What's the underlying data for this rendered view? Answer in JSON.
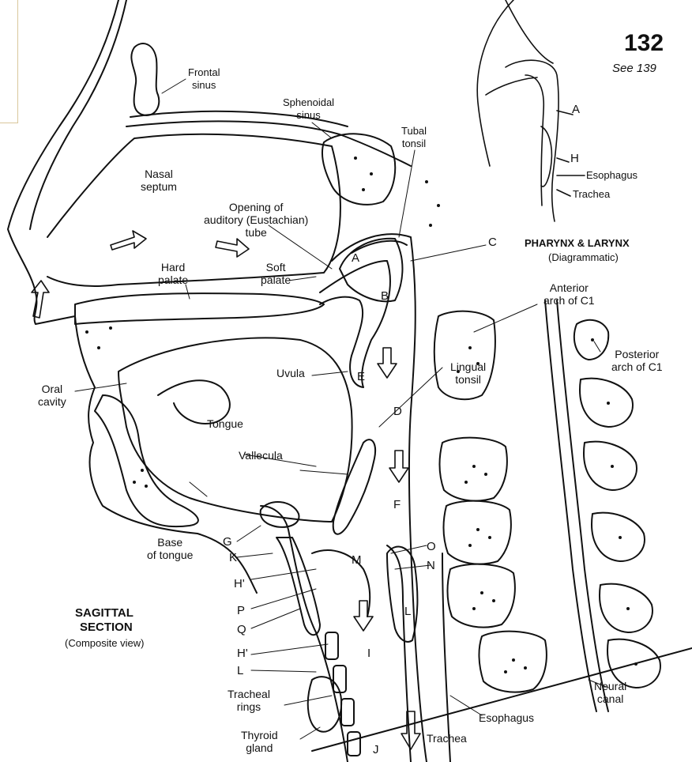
{
  "plate": {
    "number": "132",
    "reference": "See 139"
  },
  "inset": {
    "title": "PHARYNX & LARYNX",
    "subtitle": "(Diagrammatic)",
    "labels": {
      "a": "A",
      "h": "H",
      "esophagus": "Esophagus",
      "trachea": "Trachea"
    }
  },
  "main_title": {
    "line1": "SAGITTAL",
    "line2": "SECTION",
    "line3": "(Composite view)"
  },
  "labels": {
    "frontal_sinus": "Frontal\nsinus",
    "sphenoidal_sinus": "Sphenoidal\nsinus",
    "tubal_tonsil": "Tubal\ntonsil",
    "nasal_septum": "Nasal\nseptum",
    "opening_auditory": "Opening of\nauditory (Eustachian)\ntube",
    "hard_palate": "Hard\npalate",
    "soft_palate": "Soft\npalate",
    "anterior_arch": "Anterior\narch of C1",
    "posterior_arch": "Posterior\narch of C1",
    "uvula": "Uvula",
    "lingual_tonsil": "Lingual\ntonsil",
    "oral_cavity": "Oral\ncavity",
    "tongue": "Tongue",
    "vallecula": "Vallecula",
    "base_of_tongue": "Base\nof tongue",
    "tracheal_rings": "Tracheal\nrings",
    "thyroid_gland": "Thyroid\ngland",
    "esophagus": "Esophagus",
    "trachea": "Trachea",
    "neural_canal": "Neural\ncanal"
  },
  "letters": {
    "a": "A",
    "b": "B",
    "c": "C",
    "d": "D",
    "e": "E",
    "f": "F",
    "g": "G",
    "k": "K",
    "h1": "H'",
    "p": "P",
    "q": "Q",
    "h2": "H'",
    "l_left": "L",
    "o": "O",
    "n": "N",
    "m": "M",
    "i": "I",
    "j": "J",
    "l_mid": "L"
  },
  "colors": {
    "ink": "#111111",
    "background": "#ffffff",
    "corner_rule": "#d9c79b"
  }
}
